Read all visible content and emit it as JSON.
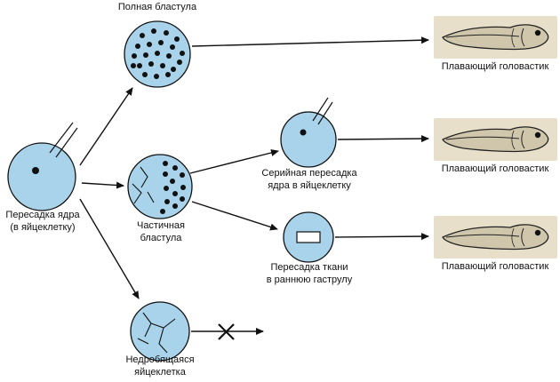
{
  "diagram": {
    "nodes": {
      "source": {
        "label": "Пересадка ядра\n(в яйцеклетку)"
      },
      "full_blastula": {
        "label": "Полная бластула"
      },
      "partial_blastula": {
        "label": "Частичная\nбластула"
      },
      "noncleaving_egg": {
        "label": "Недробящаяся\nяйцеклетка"
      },
      "serial_transplant": {
        "label": "Серийная пересадка\nядра в яйцеклетку"
      },
      "tissue_transplant": {
        "label": "Пересадка ткани\nв раннюю гаструлу"
      }
    },
    "outcomes": {
      "tadpole1": {
        "label": "Плавающий головастик"
      },
      "tadpole2": {
        "label": "Плавающий головастик"
      },
      "tadpole3": {
        "label": "Плавающий головастик"
      }
    },
    "colors": {
      "cell_fill": "#a9d3ea",
      "box_fill": "#e7dfca",
      "line": "#111111"
    }
  }
}
